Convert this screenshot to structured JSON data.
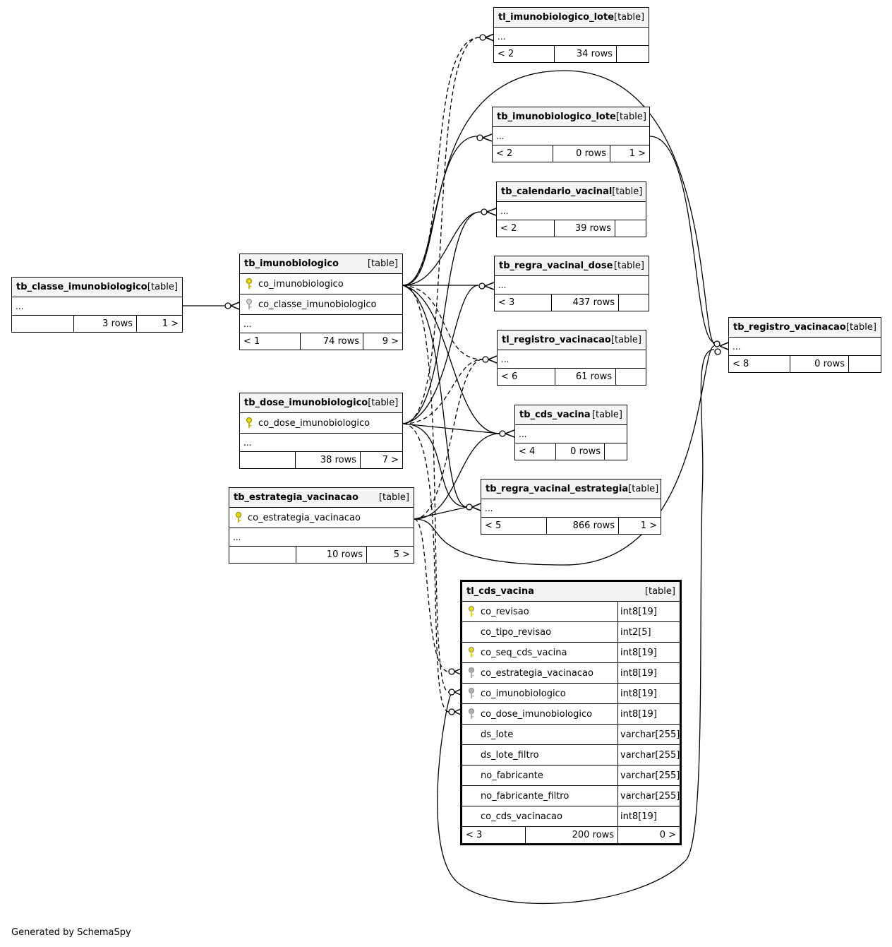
{
  "credit": "Generated by SchemaSpy",
  "tables": {
    "tl_imunobiologico_lote": {
      "name": "tl_imunobiologico_lote",
      "type": "[table]",
      "ellipsis": "...",
      "parents": "< 2",
      "rows": "34 rows",
      "children": ""
    },
    "tb_imunobiologico_lote": {
      "name": "tb_imunobiologico_lote",
      "type": "[table]",
      "ellipsis": "...",
      "parents": "< 2",
      "rows": "0 rows",
      "children": "1 >"
    },
    "tb_calendario_vacinal": {
      "name": "tb_calendario_vacinal",
      "type": "[table]",
      "ellipsis": "...",
      "parents": "< 2",
      "rows": "39 rows",
      "children": ""
    },
    "tb_regra_vacinal_dose": {
      "name": "tb_regra_vacinal_dose",
      "type": "[table]",
      "ellipsis": "...",
      "parents": "< 3",
      "rows": "437 rows",
      "children": ""
    },
    "tl_registro_vacinacao": {
      "name": "tl_registro_vacinacao",
      "type": "[table]",
      "ellipsis": "...",
      "parents": "< 6",
      "rows": "61 rows",
      "children": ""
    },
    "tb_cds_vacina": {
      "name": "tb_cds_vacina",
      "type": "[table]",
      "ellipsis": "...",
      "parents": "< 4",
      "rows": "0 rows",
      "children": ""
    },
    "tb_regra_vacinal_estrategia": {
      "name": "tb_regra_vacinal_estrategia",
      "type": "[table]",
      "ellipsis": "...",
      "parents": "< 5",
      "rows": "866 rows",
      "children": "1 >"
    },
    "tb_registro_vacinacao": {
      "name": "tb_registro_vacinacao",
      "type": "[table]",
      "ellipsis": "...",
      "parents": "< 8",
      "rows": "0 rows",
      "children": ""
    },
    "tb_classe_imunobiologico": {
      "name": "tb_classe_imunobiologico",
      "type": "[table]",
      "ellipsis": "...",
      "parents": "",
      "rows": "3 rows",
      "children": "1 >"
    },
    "tb_imunobiologico": {
      "name": "tb_imunobiologico",
      "type": "[table]",
      "ellipsis": "...",
      "parents": "< 1",
      "rows": "74 rows",
      "children": "9 >",
      "columns": [
        "co_imunobiologico",
        "co_classe_imunobiologico"
      ]
    },
    "tb_dose_imunobiologico": {
      "name": "tb_dose_imunobiologico",
      "type": "[table]",
      "ellipsis": "...",
      "parents": "",
      "rows": "38 rows",
      "children": "7 >",
      "columns": [
        "co_dose_imunobiologico"
      ]
    },
    "tb_estrategia_vacinacao": {
      "name": "tb_estrategia_vacinacao",
      "type": "[table]",
      "ellipsis": "...",
      "parents": "",
      "rows": "10 rows",
      "children": "5 >",
      "columns": [
        "co_estrategia_vacinacao"
      ]
    },
    "tl_cds_vacina": {
      "name": "tl_cds_vacina",
      "type": "[table]",
      "parents": "< 3",
      "rows": "200 rows",
      "children": "0 >",
      "columns": [
        {
          "name": "co_revisao",
          "type": "int8[19]"
        },
        {
          "name": "co_tipo_revisao",
          "type": "int2[5]"
        },
        {
          "name": "co_seq_cds_vacina",
          "type": "int8[19]"
        },
        {
          "name": "co_estrategia_vacinacao",
          "type": "int8[19]"
        },
        {
          "name": "co_imunobiologico",
          "type": "int8[19]"
        },
        {
          "name": "co_dose_imunobiologico",
          "type": "int8[19]"
        },
        {
          "name": "ds_lote",
          "type": "varchar[255]"
        },
        {
          "name": "ds_lote_filtro",
          "type": "varchar[255]"
        },
        {
          "name": "no_fabricante",
          "type": "varchar[255]"
        },
        {
          "name": "no_fabricante_filtro",
          "type": "varchar[255]"
        },
        {
          "name": "co_cds_vacinacao",
          "type": "int8[19]"
        }
      ]
    }
  },
  "colors": {
    "primary_key": "#e8d800",
    "foreign_key": "#b0b0b0",
    "header_bg": "#f4f4f4"
  }
}
